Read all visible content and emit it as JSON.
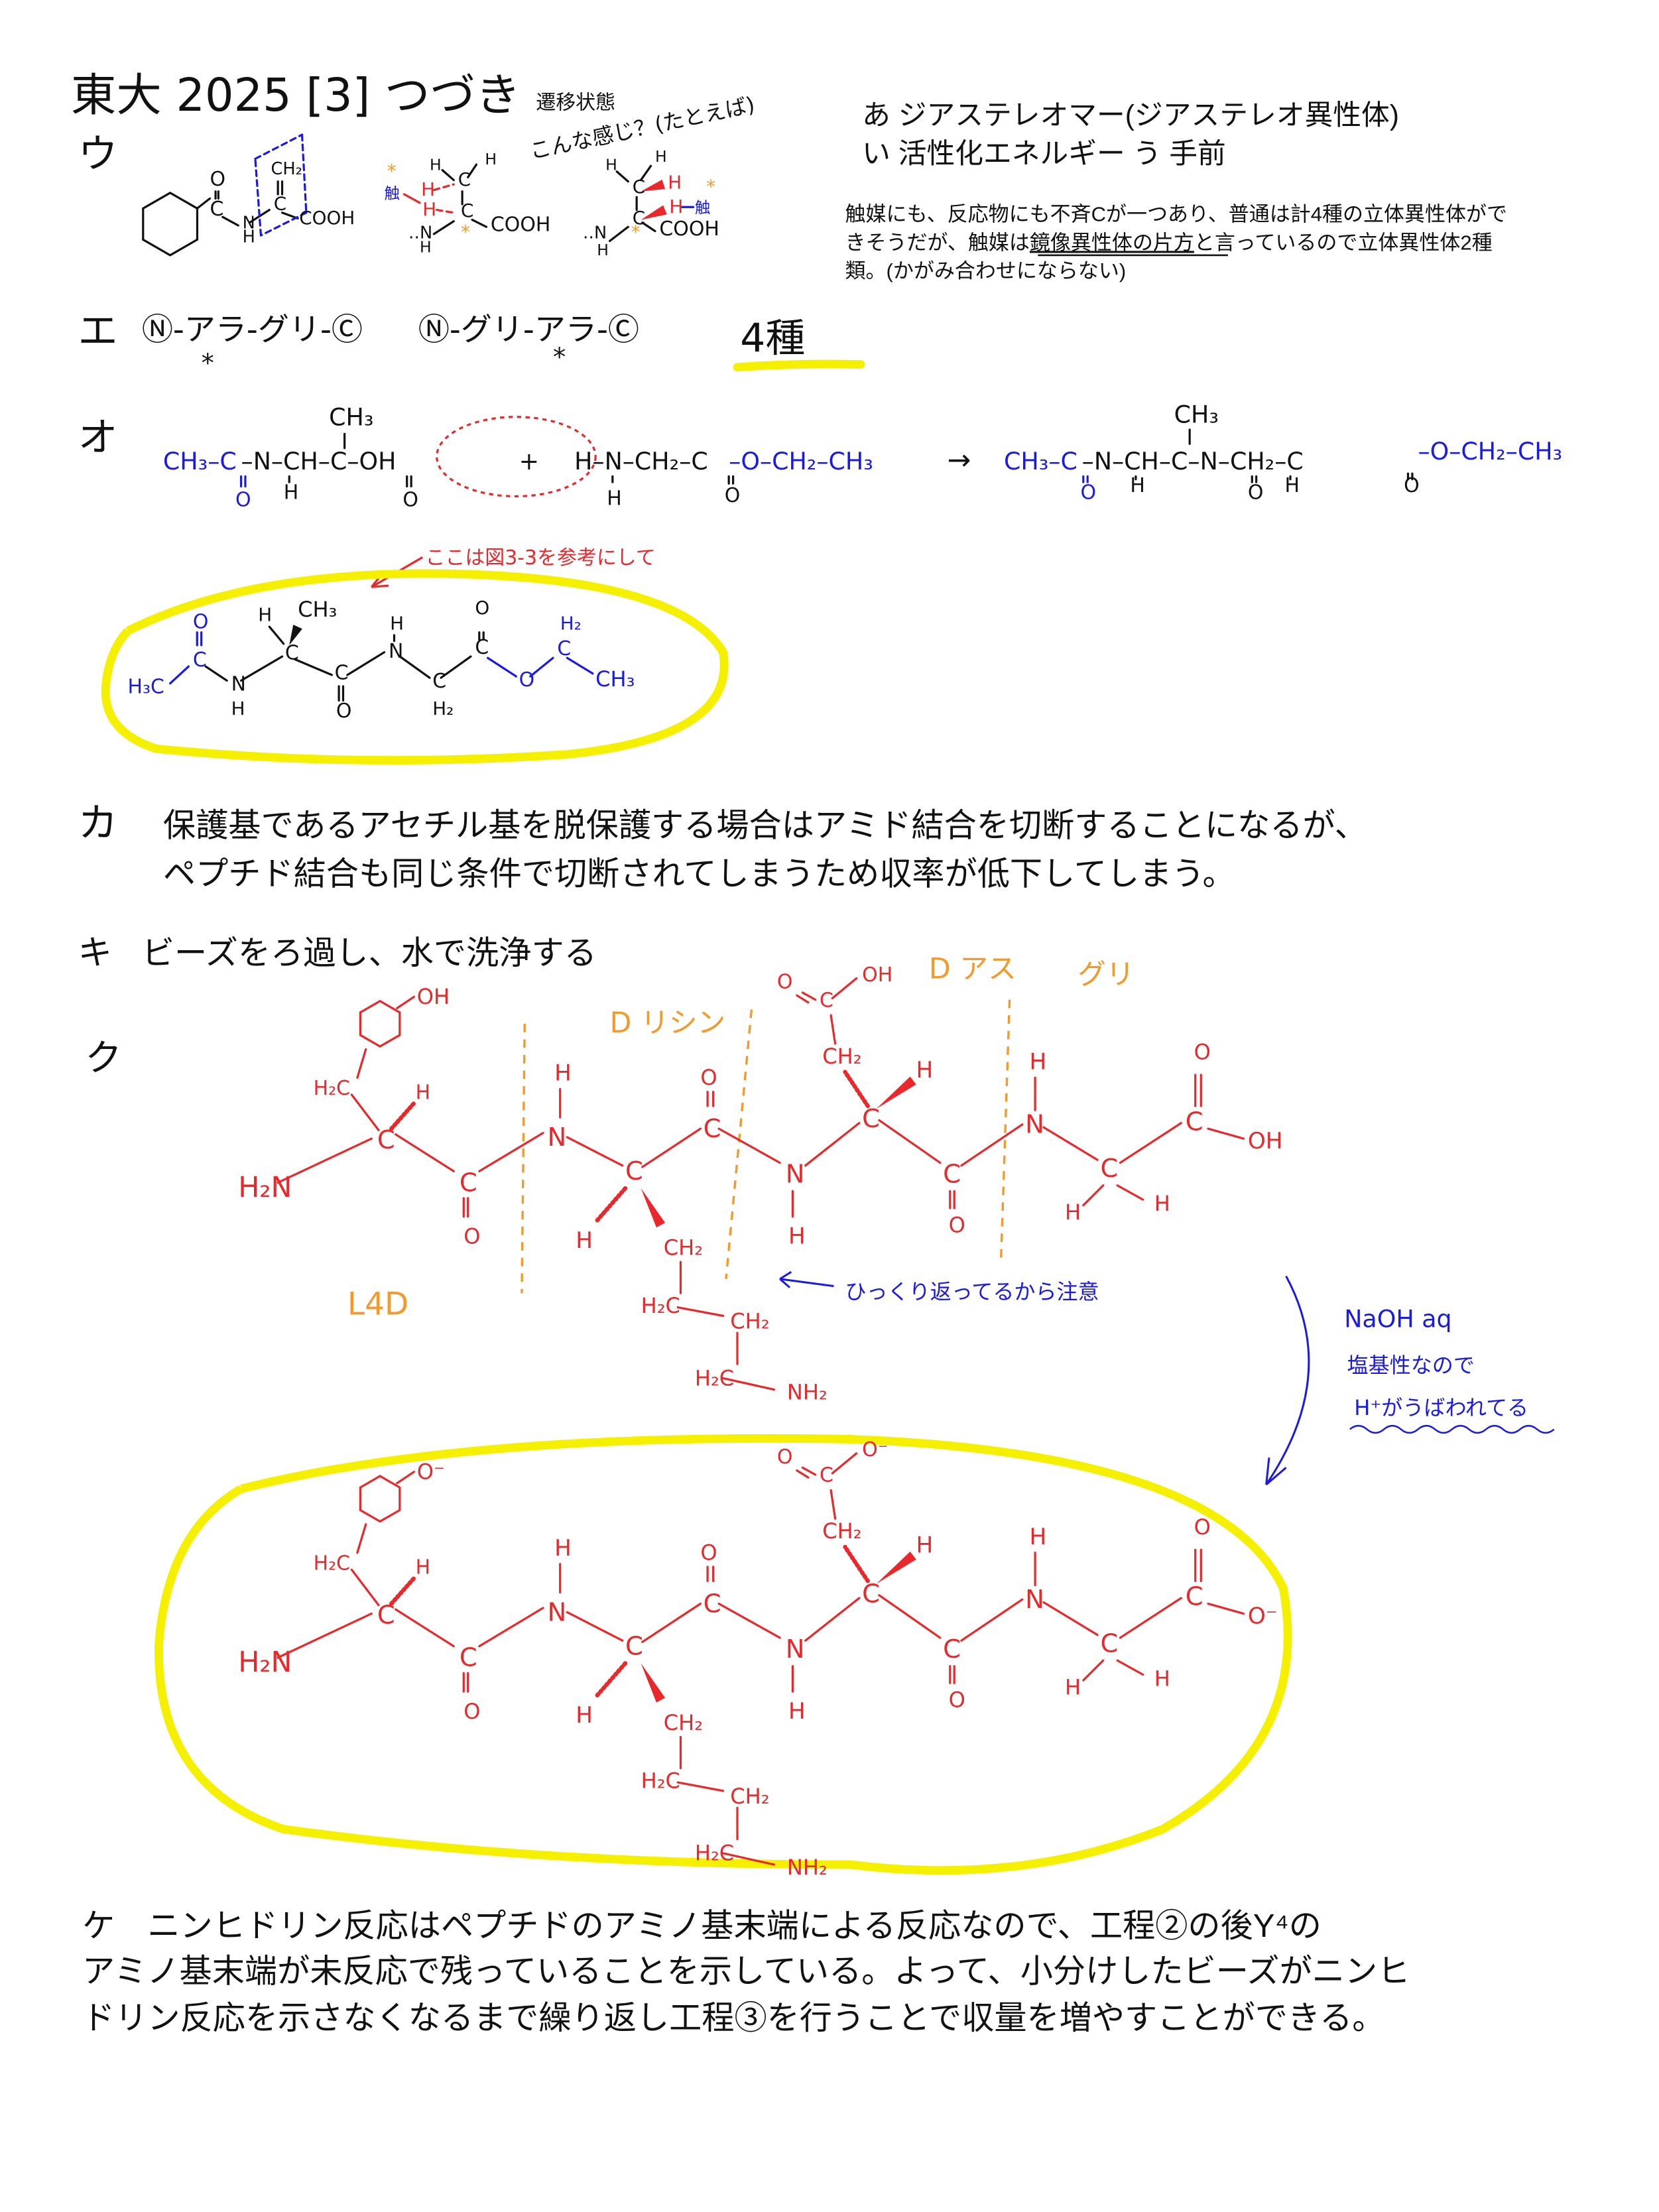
{
  "colors": {
    "ink": "#111111",
    "red": "#e8282b",
    "blue": "#1a1ae6",
    "orange": "#f39a2e",
    "highlight": "#f5f000"
  },
  "title": "東大 2025 [3] つづき",
  "transition_state_label": "遷移状態",
  "transition_state_note": "こんな感じ？(たとえば)",
  "answers": {
    "a": "あ  ジアステレオマー(ジアステレオ異性体)",
    "i": "い  活性化エネルギー  う  手前"
  },
  "note": {
    "line1": "触媒にも、反応物にも不斉Cが一つあり、普通は計4種の立体異性体がで",
    "line2_pre": "きそうだが、触媒は",
    "line2_underlined": "鏡像異性体の片方",
    "line2_post": "と言っているので立体異性体2種",
    "line3": "類。(かがみ合わせにならない)"
  },
  "u": {
    "label": "ウ",
    "benzoyl": [
      "O",
      "C",
      "N",
      "H",
      "CH₂",
      "C",
      "COOH"
    ],
    "ts1": [
      "H",
      "H",
      "C",
      "H",
      "H",
      "C",
      "‥N",
      "H",
      "COOH",
      "触",
      "*",
      "*"
    ],
    "ts2": [
      "H",
      "H",
      "C",
      "H",
      "C",
      "H",
      "触",
      "‥N",
      "H",
      "COOH",
      "*",
      "*"
    ]
  },
  "e": {
    "label": "エ",
    "seq1": "Ⓝ-アラ-グリ-Ⓒ",
    "seq2": "Ⓝ-グリ-アラ-Ⓒ",
    "star": "*",
    "count": "4種"
  },
  "o": {
    "label": "オ",
    "reactant": [
      "CH₃–C",
      "–N–CH–C–OH",
      "+",
      "H–N–CH₂–C",
      "–O–CH₂–CH₃",
      "CH₃",
      "O",
      "H",
      "O",
      "H",
      "O"
    ],
    "arrow": "→",
    "product": [
      "CH₃–C",
      "–N–CH–C–N–CH₂–C",
      "–O–CH₂–CH₃",
      "CH₃",
      "O",
      "H",
      "O",
      "H",
      "O"
    ],
    "note": "ここは図3-3を参考にして",
    "skeletal": [
      "O",
      "C",
      "H₃C",
      "N",
      "H",
      "H",
      "CH₃",
      "C",
      "C",
      "O",
      "H",
      "N",
      "C",
      "H₂",
      "C",
      "O",
      "O",
      "H₂",
      "C",
      "CH₃"
    ]
  },
  "ka": {
    "label": "カ",
    "lines": [
      "保護基であるアセチル基を脱保護する場合はアミド結合を切断することになるが、",
      "ペプチド結合も同じ条件で切断されてしまうため収率が低下してしまう。"
    ]
  },
  "ki": {
    "label": "キ",
    "text": "ビーズをろ過し、水で洗浄する"
  },
  "ku": {
    "label": "ク",
    "segments": [
      "L4D",
      "D リシン",
      "D アス",
      "グリ"
    ],
    "flip_note": "ひっくり返ってるから注意",
    "naoh": [
      "NaOH aq",
      "塩基性なので",
      "H⁺がうばわれてる"
    ],
    "before": [
      "OH",
      "H₂C",
      "H",
      "C",
      "H₂N",
      "C",
      "O",
      "H",
      "N",
      "C",
      "O",
      "C",
      "H",
      "CH₂",
      "H₂C",
      "CH₂",
      "H₂C",
      "NH₂",
      "N",
      "H",
      "C",
      "H",
      "CH₂",
      "C",
      "O",
      "OH",
      "C",
      "O",
      "H",
      "N",
      "C",
      "H",
      "H",
      "O",
      "C",
      "OH"
    ],
    "after": [
      "O⁻",
      "H₂C",
      "H",
      "C",
      "H₂N",
      "C",
      "O",
      "H",
      "N",
      "C",
      "O",
      "C",
      "H",
      "CH₂",
      "H₂C",
      "CH₂",
      "H₂C",
      "NH₂",
      "N",
      "H",
      "C",
      "H",
      "CH₂",
      "C",
      "O",
      "O⁻",
      "C",
      "O",
      "H",
      "N",
      "C",
      "H",
      "H",
      "O",
      "C",
      "O⁻"
    ]
  },
  "ke": {
    "lines": [
      "ケ　ニンヒドリン反応はペプチドのアミノ基末端による反応なので、工程②の後Y⁴の",
      "アミノ基末端が未反応で残っていることを示している。よって、小分けしたビーズがニンヒ",
      "ドリン反応を示さなくなるまで繰り返し工程③を行うことで収量を増やすことができる。"
    ]
  }
}
